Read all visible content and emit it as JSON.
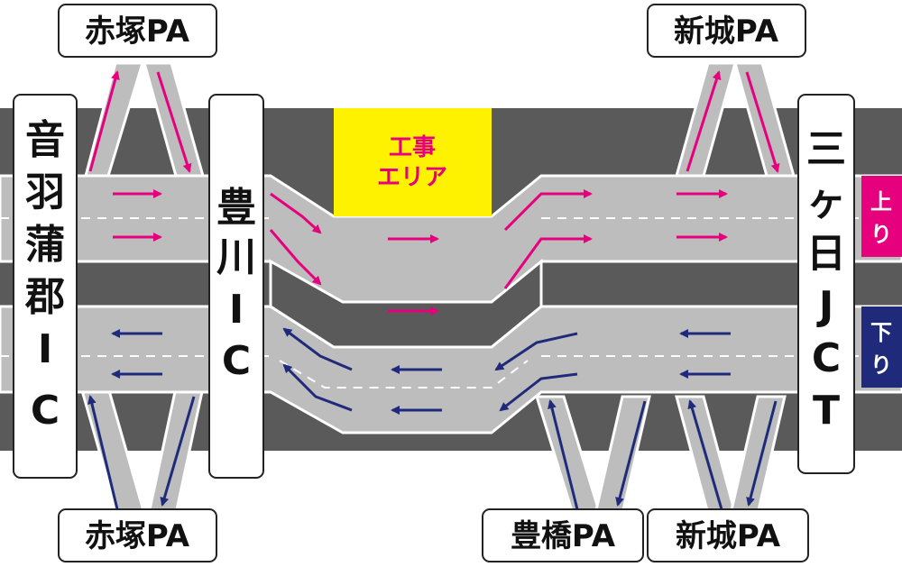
{
  "colors": {
    "road_dark": "#5a5a5a",
    "road_light": "#bdbdbd",
    "outline": "#ffffff",
    "up_arrow": "#e6007e",
    "down_arrow": "#1f2a7a",
    "work_zone": "#fff200",
    "up_badge": "#e6007e",
    "down_badge": "#1f2a7a"
  },
  "labels": {
    "otowa_gamagori_ic": [
      "音",
      "羽",
      "蒲",
      "郡",
      "I",
      "C"
    ],
    "toyokawa_ic": [
      "豊",
      "川",
      "I",
      "C"
    ],
    "mikkabi_jct": [
      "三",
      "ヶ",
      "日",
      "J",
      "C",
      "T"
    ],
    "akatsuka_pa_top": "赤塚PA",
    "akatsuka_pa_bottom": "赤塚PA",
    "shinshiro_pa_top": "新城PA",
    "shinshiro_pa_bottom": "新城PA",
    "toyohashi_pa": "豊橋PA",
    "work_area": [
      "工事",
      "エリア"
    ],
    "up_direction": [
      "上",
      "り"
    ],
    "down_direction": [
      "下",
      "り"
    ]
  }
}
